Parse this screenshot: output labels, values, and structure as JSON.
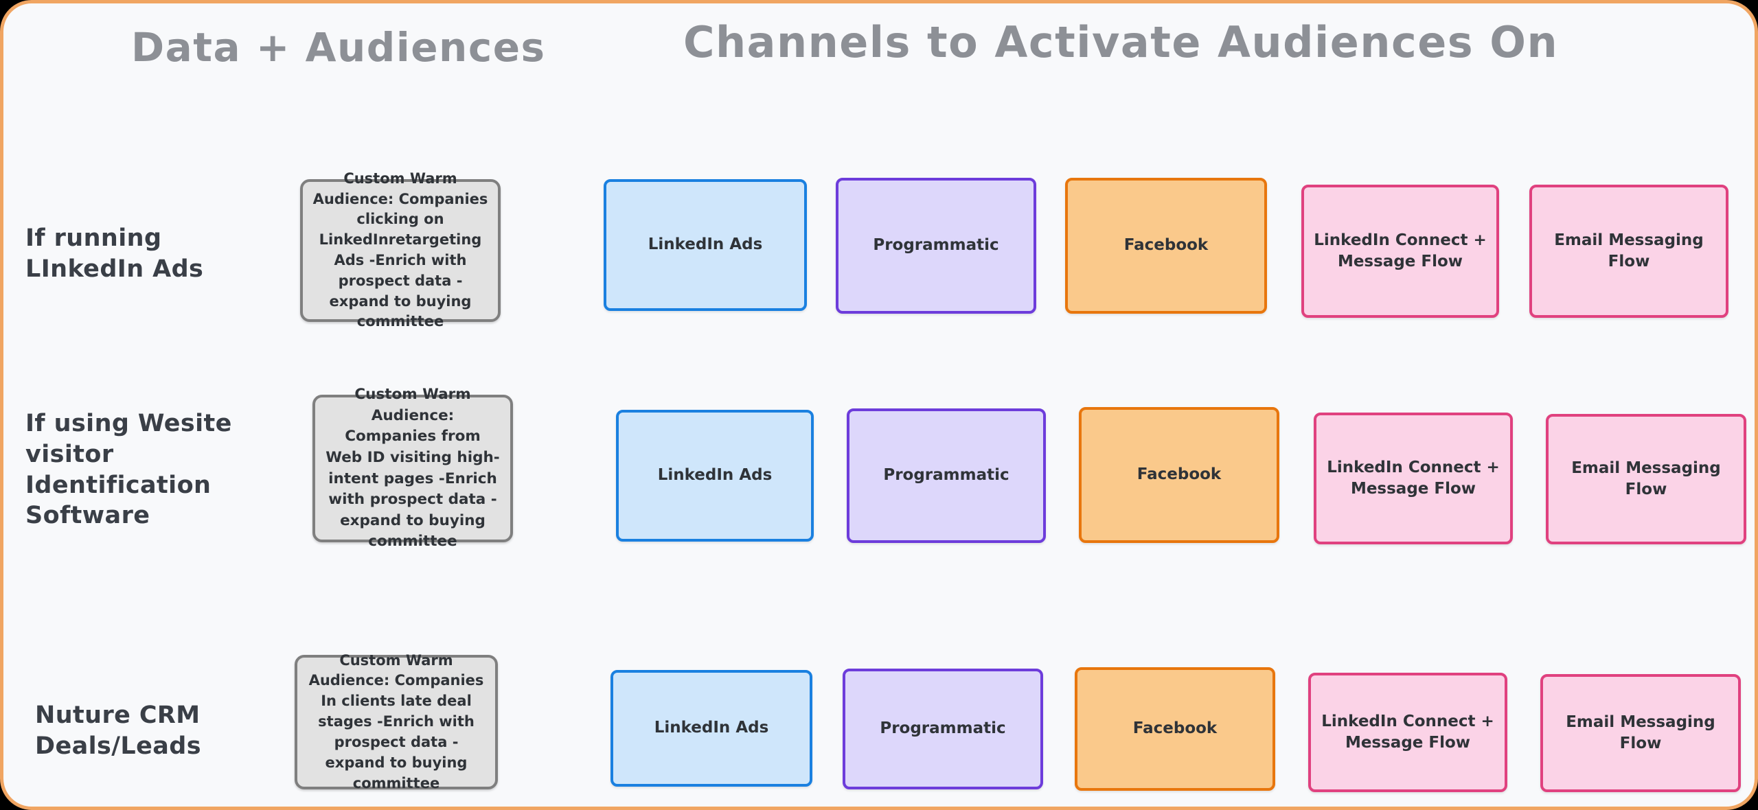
{
  "headers": {
    "data_audiences": "Data + Audiences",
    "channels": "Channels to Activate Audiences On"
  },
  "colors": {
    "frame_border": "#f0a562",
    "canvas_background": "#f8f9fb",
    "header_text": "#8d9096",
    "row_label_text": "#3a3f47",
    "audience_fill": "#e2e2e2",
    "audience_border": "#7f7f7f",
    "linkedin_fill": "#cfe6fb",
    "linkedin_border": "#1a80e0",
    "programmatic_fill": "#ddd7fb",
    "programmatic_border": "#6d3cdb",
    "facebook_fill": "#fac98b",
    "facebook_border": "#e8760d",
    "pink_fill": "#fbd3e7",
    "pink_border": "#e0417f"
  },
  "rows": [
    {
      "label": "If running LInkedIn Ads",
      "audience": "Custom Warm Audience: Companies clicking on LinkedInretargeting Ads -Enrich with prospect data - expand to buying committee",
      "channels": [
        "LinkedIn Ads",
        "Programmatic",
        "Facebook",
        "LinkedIn Connect + Message Flow",
        "Email Messaging Flow"
      ]
    },
    {
      "label": "If using Wesite visitor Identification Software",
      "audience": "Custom Warm Audience: Companies from Web ID visiting high-intent pages -Enrich with prospect data - expand to buying committee",
      "channels": [
        "LinkedIn Ads",
        "Programmatic",
        "Facebook",
        "LinkedIn Connect + Message Flow",
        "Email Messaging Flow"
      ]
    },
    {
      "label": "Nuture CRM Deals/Leads",
      "audience": "Custom Warm Audience: Companies In clients late deal stages -Enrich with prospect data - expand to buying committee",
      "channels": [
        "LinkedIn Ads",
        "Programmatic",
        "Facebook",
        "LinkedIn Connect + Message Flow",
        "Email Messaging Flow"
      ]
    }
  ]
}
